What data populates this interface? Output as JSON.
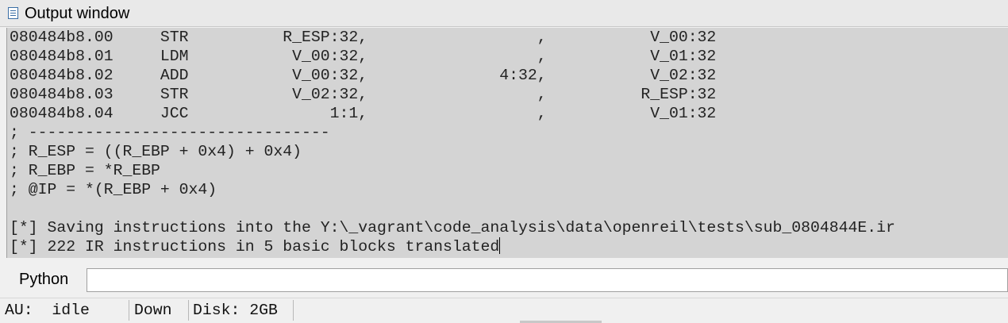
{
  "window": {
    "title": "Output window"
  },
  "output": {
    "lines": [
      "080484b8.00     STR          R_ESP:32,                  ,           V_00:32",
      "080484b8.01     LDM           V_00:32,                  ,           V_01:32",
      "080484b8.02     ADD           V_00:32,              4:32,           V_02:32",
      "080484b8.03     STR           V_02:32,                  ,          R_ESP:32",
      "080484b8.04     JCC               1:1,                  ,           V_01:32",
      "; --------------------------------",
      "; R_ESP = ((R_EBP + 0x4) + 0x4)",
      "; R_EBP = *R_EBP",
      "; @IP = *(R_EBP + 0x4)",
      "",
      "[*] Saving instructions into the Y:\\_vagrant\\code_analysis\\data\\openreil\\tests\\sub_0804844E.ir",
      "[*] 222 IR instructions in 5 basic blocks translated"
    ]
  },
  "console": {
    "label": "Python",
    "value": ""
  },
  "status": {
    "au": "AU:  idle",
    "direction": "Down",
    "disk": "Disk: 2GB"
  }
}
